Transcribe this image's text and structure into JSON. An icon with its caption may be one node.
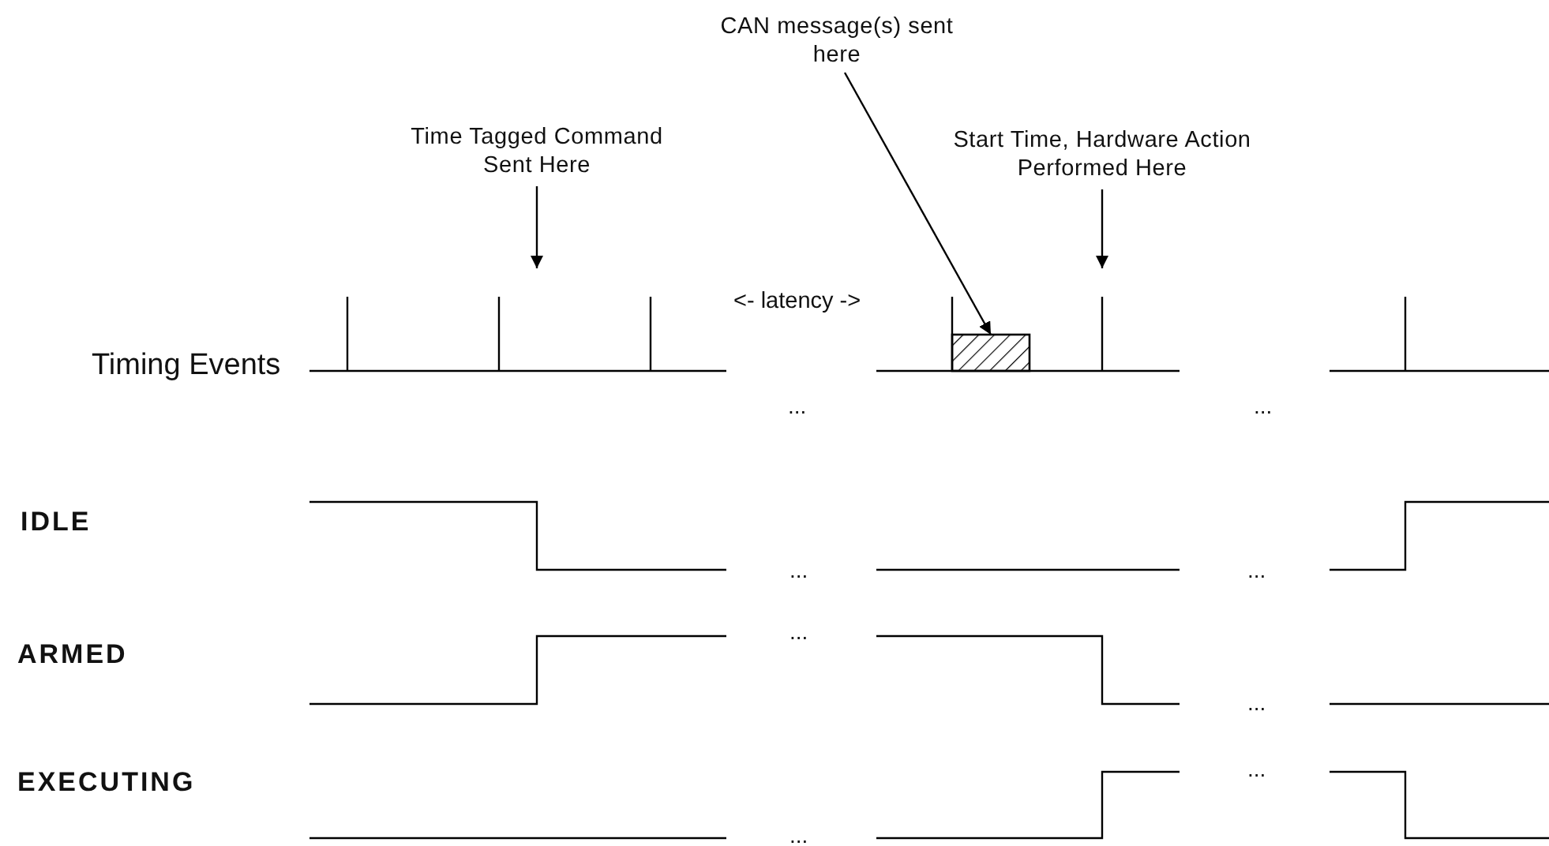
{
  "diagram": {
    "nodes": [
      {
        "text": [
          "CAN message(s) sent here"
        ]
      },
      {
        "text": [
          "Time Tagged Command Sent Here"
        ]
      },
      {
        "text": [
          "Start Time, Hardware Action Performed Here"
        ]
      },
      {
        "text": [],
        "shape": "box"
      }
    ],
    "edges": [
      {
        "from": 0,
        "to": 3,
        "arrow": "to"
      },
      {
        "from": 1,
        "to": null,
        "arrow": "to"
      },
      {
        "from": 2,
        "to": null,
        "arrow": "to"
      }
    ],
    "labels": [
      "<- latency ->",
      "Timing Events",
      "...",
      "...",
      "IDLE",
      "...",
      "...",
      "...",
      "ARMED",
      "...",
      "...",
      "EXECUTING",
      "..."
    ]
  }
}
